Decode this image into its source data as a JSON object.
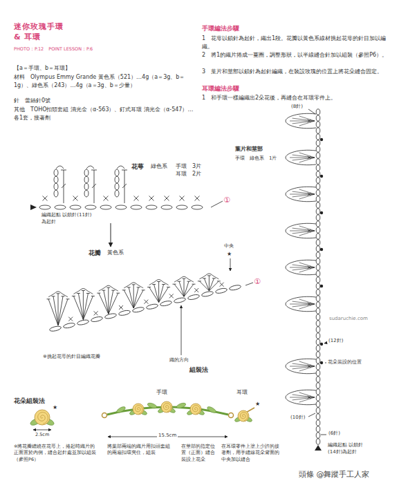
{
  "diagram": {
    "title": "迷你玫瑰手環 & 耳環",
    "nodes": [
      {
        "text": [
          "花萼",
          "綠色系",
          "手環　3片",
          "耳環　2片"
        ]
      },
      {
        "text": [
          "花瓣",
          "黃色系"
        ]
      }
    ],
    "edges": [
      {
        "from": 0,
        "to": 1,
        "arrow": "to"
      }
    ],
    "labels": [
      "PHOTO：P.12　POINT LESSON：P.6",
      "【a＝手環、b＝耳環】",
      "材料　Olympus Emmy Grande 黃色系（521）…4g（a＝3g、b＝1g）、綠色系（243）…4g（a＝3g、b＝少量）",
      "針　蕾絲針0號",
      "其他　TOHO扣頭套組 消光金（α-563）、釘式耳環 消光金（α-547）…各1套，接著劑",
      "手環編法步驟",
      "1　花萼以鎖針為起針，織出1段。花瓣以黃色系線材挑起花萼的針目加以編織。",
      "2　將1的織片捲成一蔓圈，調整形狀，以半線縫合針加以組裝（參照P6）。",
      "3　葉片和莖部以鎖針為起針編織，在裝設玫瑰的位置上將花朵縫合固定。",
      "耳環編法步驟",
      "1　和手環一樣編織出2朵花後，再縫合在耳環零件上。",
      "編織起點 以鎖針(11針)為起針",
      "①",
      "中央",
      "★",
      "①",
      "※挑起花萼的針目編織花瓣",
      "織的方向",
      "葉片和莖部",
      "手環　綠色系　1片",
      "(8針)",
      "(12針)",
      "花朵裝設的位置",
      "(10針)",
      "(6針)",
      "編織起點 以鎖針(14針)為起針",
      "組裝法",
      "花朵組裝法",
      "★",
      "2.5cm",
      "※將花瓣纏繞在花萼上，捲起時織片的正面置於內側，縫合起針處並加以組裝（參照P6）",
      "手環",
      "15.5cm",
      "將葉部兩端的織片用扣頭套組的兩扇扣環夾住，組裝",
      "耳環",
      "★",
      "在莖部的指定位置（正面）縫合裝設上花朵",
      "在耳環零件上塗上少許的接著劑，用手縫線花朵背面的中央加以縫合",
      "sudaruchie.com",
      "頭條 @舞蹤手工人家"
    ]
  }
}
